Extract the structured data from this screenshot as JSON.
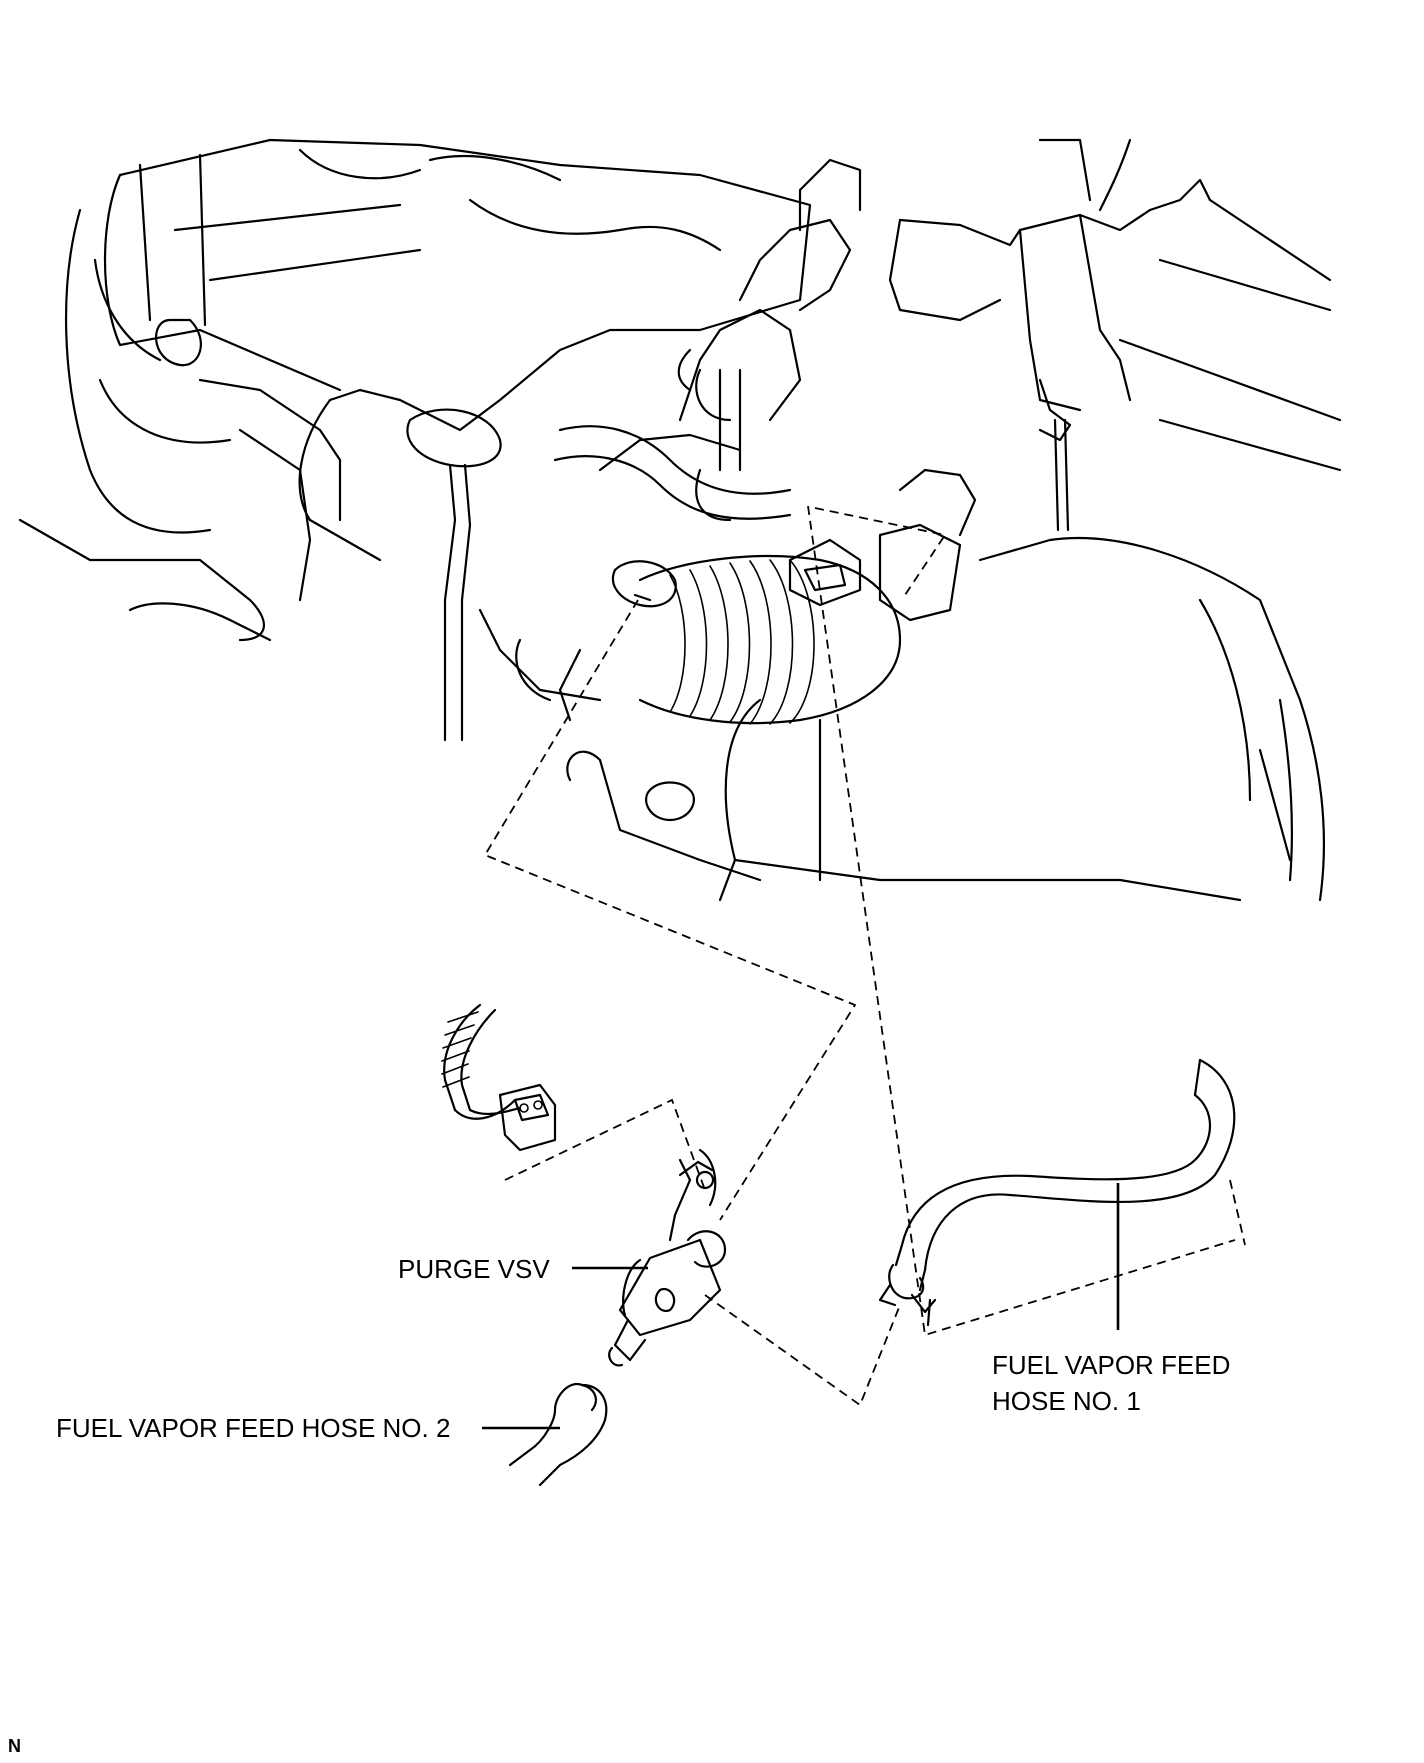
{
  "labels": {
    "purge_vsv": "PURGE VSV",
    "hose2": "FUEL VAPOR FEED HOSE NO. 2",
    "hose1_line1": "FUEL VAPOR FEED",
    "hose1_line2": "HOSE NO. 1"
  },
  "corner_mark": "N"
}
